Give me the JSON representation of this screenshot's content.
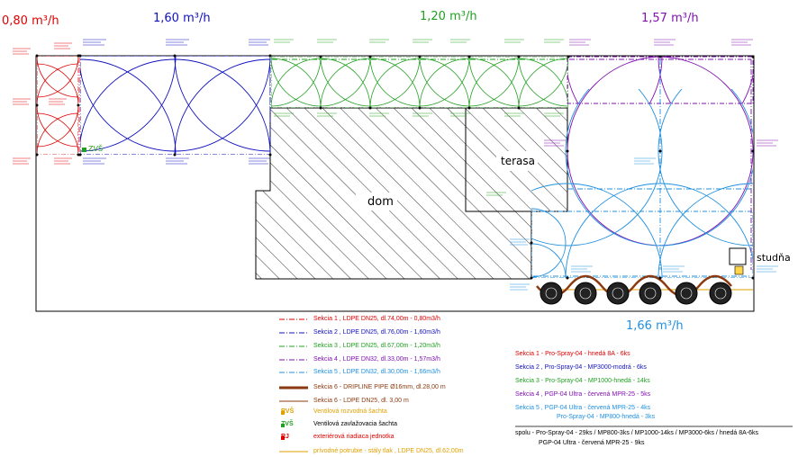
{
  "flows": {
    "s1": "0,80 m³/h",
    "s2": "1,60 m³/h",
    "s3": "1,20 m³/h",
    "s4": "1,57 m³/h",
    "s5": "1,66 m³/h"
  },
  "labels": {
    "dom": "dom",
    "terasa": "terasa",
    "studna": "studňa",
    "zvs": "ZVŠ"
  },
  "legend": [
    {
      "id": "l1",
      "text": "Sekcia 1 , LDPE DN25, dl.74,00m - 0,80m3/h",
      "color": "#e00000",
      "style": "dashdot"
    },
    {
      "id": "l2",
      "text": "Sekcia 2 , LDPE DN25, dl.76,00m - 1,60m3/h",
      "color": "#1010c0",
      "style": "dashdot"
    },
    {
      "id": "l3",
      "text": "Sekcia 3 , LDPE DN25, dl.67,00m - 1,20m3/h",
      "color": "#20a020",
      "style": "dashdot"
    },
    {
      "id": "l4",
      "text": "Sekcia 4 , LDPE DN32, dl.33,00m - 1,57m3/h",
      "color": "#8010b0",
      "style": "dashdot"
    },
    {
      "id": "l5",
      "text": "Sekcia 5 , LDPE DN32, dl.30,00m - 1,66m3/h",
      "color": "#2090e0",
      "style": "dashdot"
    },
    {
      "id": "l6",
      "text": "Sekcia 6 - DRIPLINE PIPE Ø16mm, dl.28,00 m",
      "color": "#8b3a10",
      "style": "thick"
    },
    {
      "id": "l7",
      "text": "Sekcia 6 - LDPE DN25, dl. 3,00 m",
      "color": "#8b3a10",
      "style": "thin"
    },
    {
      "id": "l8",
      "text": "Ventilová rozvodná šachta",
      "color": "#e0a000",
      "style": "icon",
      "icon": "RVŠ"
    },
    {
      "id": "l9",
      "text": "Ventilová zavlažovacia šachta",
      "color": "#20a020",
      "style": "icon",
      "icon": "ZVŠ"
    },
    {
      "id": "l10",
      "text": "exteriérová riadiaca jednotka",
      "color": "#e00000",
      "style": "icon",
      "icon": "RJ"
    },
    {
      "id": "l11",
      "text": "prívodné potrubie - stály tlak , LDPE DN25, dl.62,00m",
      "color": "#e0a000",
      "style": "solid"
    }
  ],
  "summary": [
    {
      "text": "Sekcia 1 - Pro-Spray-04 - hnedá 8A - 6ks",
      "color": "#e00000"
    },
    {
      "text": "Sekcia 2 , Pro-Spray-04 - MP3000-modrá - 6ks",
      "color": "#1010c0"
    },
    {
      "text": "Sekcia 3 - Pro-Spray-04 - MP1000-hnedá - 14ks",
      "color": "#20a020"
    },
    {
      "text": "Sekcia 4 , PGP-04 Ultra - červená MPR-25 - 5ks",
      "color": "#8010b0"
    },
    {
      "text": "Sekcia 5 , PGP-04 Ultra - červená MPR-25 - 4ks",
      "color": "#2090e0"
    },
    {
      "text": "Pro-Spray-04 - MP800-hnedá - 3ks",
      "color": "#2090e0"
    },
    {
      "text": "spolu - Pro-Spray-04 - 29ks / MP800-3ks / MP1000-14ks / MP3000-6ks / hnedá 8A-6ks",
      "color": "#000000"
    },
    {
      "text": "PGP-04 Ultra - červená MPR-25 - 9ks",
      "color": "#000000"
    }
  ],
  "colors": {
    "s1": "#e00000",
    "s2": "#1010c0",
    "s3": "#20a020",
    "s4": "#8010b0",
    "s5": "#2090e0",
    "drip": "#8b3a10",
    "supply": "#e0a000"
  }
}
